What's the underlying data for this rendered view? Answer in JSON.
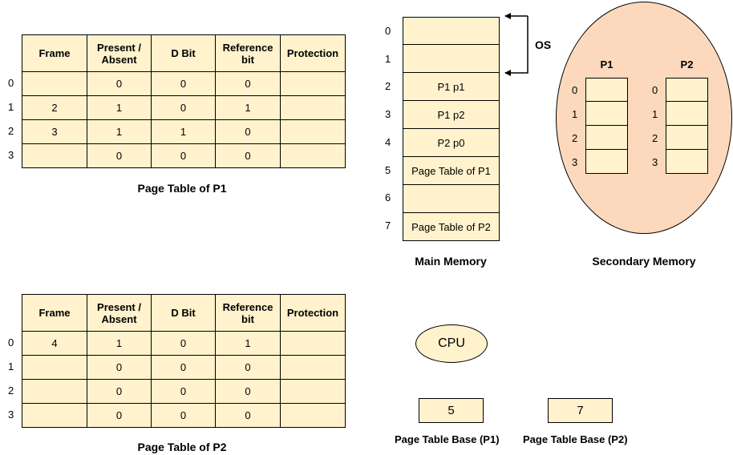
{
  "page_table_p1": {
    "caption": "Page Table of P1",
    "headers": [
      "Frame",
      "Present /\nAbsent",
      "D Bit",
      "Reference\nbit",
      "Protection"
    ],
    "row_indices": [
      "0",
      "1",
      "2",
      "3"
    ],
    "rows": [
      [
        "",
        "0",
        "0",
        "0",
        ""
      ],
      [
        "2",
        "1",
        "0",
        "1",
        ""
      ],
      [
        "3",
        "1",
        "1",
        "0",
        ""
      ],
      [
        "",
        "0",
        "0",
        "0",
        ""
      ]
    ]
  },
  "page_table_p2": {
    "caption": "Page Table of P2",
    "headers": [
      "Frame",
      "Present /\nAbsent",
      "D Bit",
      "Reference\nbit",
      "Protection"
    ],
    "row_indices": [
      "0",
      "1",
      "2",
      "3"
    ],
    "rows": [
      [
        "4",
        "1",
        "0",
        "1",
        ""
      ],
      [
        "",
        "0",
        "0",
        "0",
        ""
      ],
      [
        "",
        "0",
        "0",
        "0",
        ""
      ],
      [
        "",
        "0",
        "0",
        "0",
        ""
      ]
    ]
  },
  "main_memory": {
    "caption": "Main Memory",
    "os_label": "OS",
    "indices": [
      "0",
      "1",
      "2",
      "3",
      "4",
      "5",
      "6",
      "7"
    ],
    "frames": [
      "",
      "",
      "P1 p1",
      "P1 p2",
      "P2 p0",
      "Page Table of P1",
      "",
      "Page Table of P2"
    ]
  },
  "secondary_memory": {
    "caption": "Secondary Memory",
    "processes": [
      {
        "name": "P1",
        "indices": [
          "0",
          "1",
          "2",
          "3"
        ]
      },
      {
        "name": "P2",
        "indices": [
          "0",
          "1",
          "2",
          "3"
        ]
      }
    ]
  },
  "cpu": {
    "label": "CPU",
    "registers": [
      {
        "label": "Page Table Base (P1)",
        "value": "5"
      },
      {
        "label": "Page Table Base (P2)",
        "value": "7"
      }
    ]
  }
}
